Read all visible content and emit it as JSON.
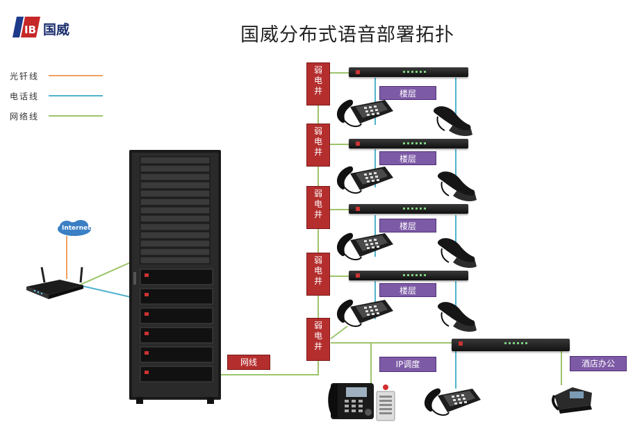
{
  "header": {
    "brand_name": "国威",
    "title": "国威分布式语音部署拓扑"
  },
  "legend": {
    "items": [
      {
        "label": "光钎线",
        "color": "#f0a060"
      },
      {
        "label": "电话线",
        "color": "#4fb3cc"
      },
      {
        "label": "网络线",
        "color": "#9cc46a"
      }
    ]
  },
  "internet": {
    "label": "Internet"
  },
  "shafts": [
    {
      "label": [
        "弱",
        "电",
        "井"
      ]
    },
    {
      "label": [
        "弱",
        "电",
        "井"
      ]
    },
    {
      "label": [
        "弱",
        "电",
        "井"
      ]
    },
    {
      "label": [
        "弱",
        "电",
        "井"
      ]
    },
    {
      "label": [
        "弱",
        "电",
        "井"
      ]
    }
  ],
  "floors": [
    {
      "label": "楼层"
    },
    {
      "label": "楼层"
    },
    {
      "label": "楼层"
    },
    {
      "label": "楼层"
    }
  ],
  "bottom_labels": {
    "network": "网线",
    "ip_dispatch": "IP调度",
    "hotel_office": "酒店办公"
  },
  "colors": {
    "fiber": "#f0a060",
    "phone_line": "#4fb3cc",
    "network_line": "#9cc46a",
    "shaft_red": "#b52e2e",
    "floor_purple": "#7d5aa6"
  }
}
